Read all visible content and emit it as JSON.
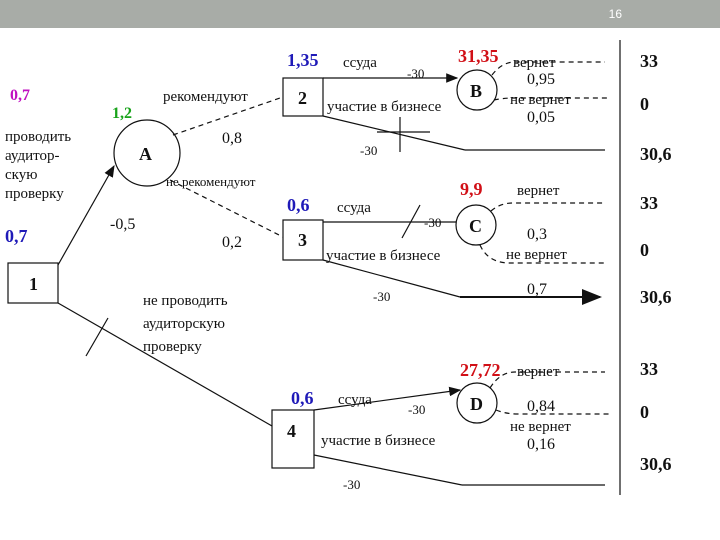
{
  "slide": {
    "page_number": "16"
  },
  "nodes": {
    "n1": "1",
    "n2": "2",
    "n3": "3",
    "n4": "4",
    "A": "A",
    "B": "B",
    "C": "C",
    "D": "D"
  },
  "values": {
    "n1_top": "0,7",
    "n1_left": "0,7",
    "A": "1,2",
    "n2": "1,35",
    "n3": "0,6",
    "n4": "0,6",
    "B": "31,35",
    "C": "9,9",
    "D": "27,72"
  },
  "labels": {
    "audit_yes": "проводить аудитор-скую проверку",
    "audit_yes_lines": [
      "проводить",
      "аудитор-",
      "скую",
      "проверку"
    ],
    "audit_no_lines": [
      "не проводить",
      "аудиторскую",
      "проверку"
    ],
    "audit_cost": "-0,5",
    "recommend": "рекомендуют",
    "not_recommend": "не рекомендуют",
    "p_recommend": "0,8",
    "p_not_recommend": "0,2",
    "loan": "ссуда",
    "business": "участие в бизнесе",
    "cost": "-30",
    "returns": "вернет",
    "not_returns": "не вернет",
    "pB_ret": "0,95",
    "pB_not": "0,05",
    "pC_ret": "0,3",
    "pC_not": "0,7",
    "pD_ret": "0,84",
    "pD_not": "0,16"
  },
  "payoffs": {
    "r1": "33",
    "r2": "0",
    "r3": "30,6",
    "r4": "33",
    "r5": "0",
    "r6": "30,6",
    "r7": "33",
    "r8": "0",
    "r9": "30,6"
  },
  "colors": {
    "blue": "#1f1ab8",
    "red": "#d10f16",
    "magenta": "#c010c0",
    "green": "#18a31a",
    "header": "#a8aca7"
  }
}
